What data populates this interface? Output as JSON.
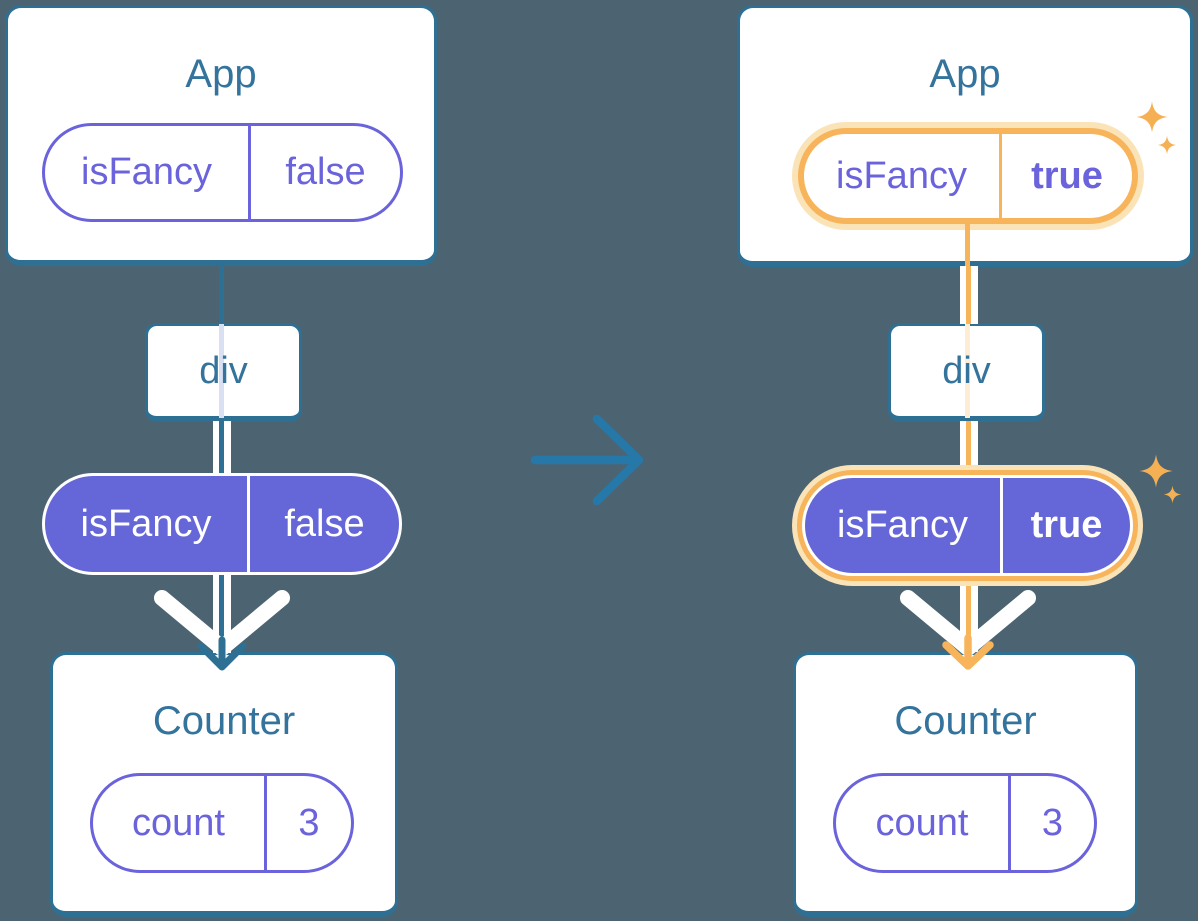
{
  "panels": [
    {
      "app_title": "App",
      "app_prop": {
        "name": "isFancy",
        "value": "false"
      },
      "div_label": "div",
      "passed_prop": {
        "name": "isFancy",
        "value": "false"
      },
      "counter_title": "Counter",
      "counter_state": {
        "name": "count",
        "value": "3"
      }
    },
    {
      "app_title": "App",
      "app_prop": {
        "name": "isFancy",
        "value": "true"
      },
      "div_label": "div",
      "passed_prop": {
        "name": "isFancy",
        "value": "true"
      },
      "counter_title": "Counter",
      "counter_state": {
        "name": "count",
        "value": "3"
      }
    }
  ],
  "colors": {
    "background": "#4c6472",
    "card_border": "#2e7093",
    "heading_text": "#34739c",
    "purple_text": "#6a63db",
    "purple_fill": "#6566d8",
    "highlight_orange": "#f7b45a",
    "highlight_glow": "#fbe3b8",
    "transition_arrow_blue": "#2578a8",
    "pipe_white": "#ffffff"
  },
  "icons": {
    "transition_arrow": "arrow-right-icon",
    "sparkle": "sparkle-icon"
  }
}
